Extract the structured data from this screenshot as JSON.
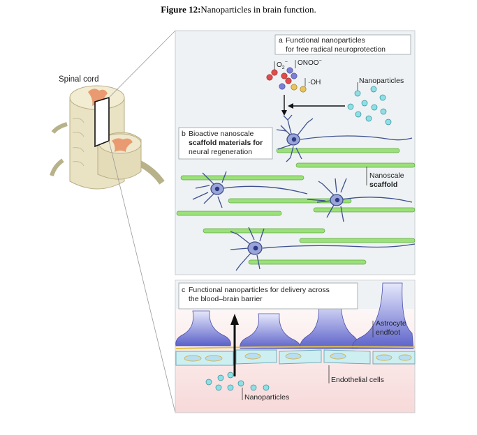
{
  "caption": {
    "figure_label": "Figure 12:",
    "text": "Nanoparticles in brain function."
  },
  "spinal_cord_label": "Spinal cord",
  "panel_a": {
    "letter": "a",
    "title_line1": "Functional nanoparticles",
    "title_line2": "for free radical neuroprotection",
    "species": {
      "o2_base": "O",
      "o2_sub": "2",
      "o2_sup": "−",
      "onoo": "ONOO",
      "onoo_sup": "−",
      "oh": "·OH"
    },
    "nanoparticles_label": "Nanoparticles"
  },
  "panel_b": {
    "letter": "b",
    "title_line1": "Bioactive nanoscale",
    "title_line2": "scaffold materials for",
    "title_line3": "neural regeneration",
    "scaffold_label_line1": "Nanoscale",
    "scaffold_label_line2": "scaffold"
  },
  "panel_c": {
    "letter": "c",
    "title_line1": "Functional nanoparticles for delivery across",
    "title_line2": "the blood–brain barrier",
    "astrocyte_line1": "Astrocyte",
    "astrocyte_line2": "endfoot",
    "endothelial_label": "Endothelial cells",
    "nanoparticles_label": "Nanoparticles"
  },
  "colors": {
    "panel_bg": "#eef2f4",
    "scaffold_green": "#9be07a",
    "neuron_blue": "#4a5f9a",
    "nanoparticle_cyan": "#8ee0e6",
    "astrocyte_purple": "#6a6fd0",
    "endothelial_blue": "#cdeff2"
  }
}
